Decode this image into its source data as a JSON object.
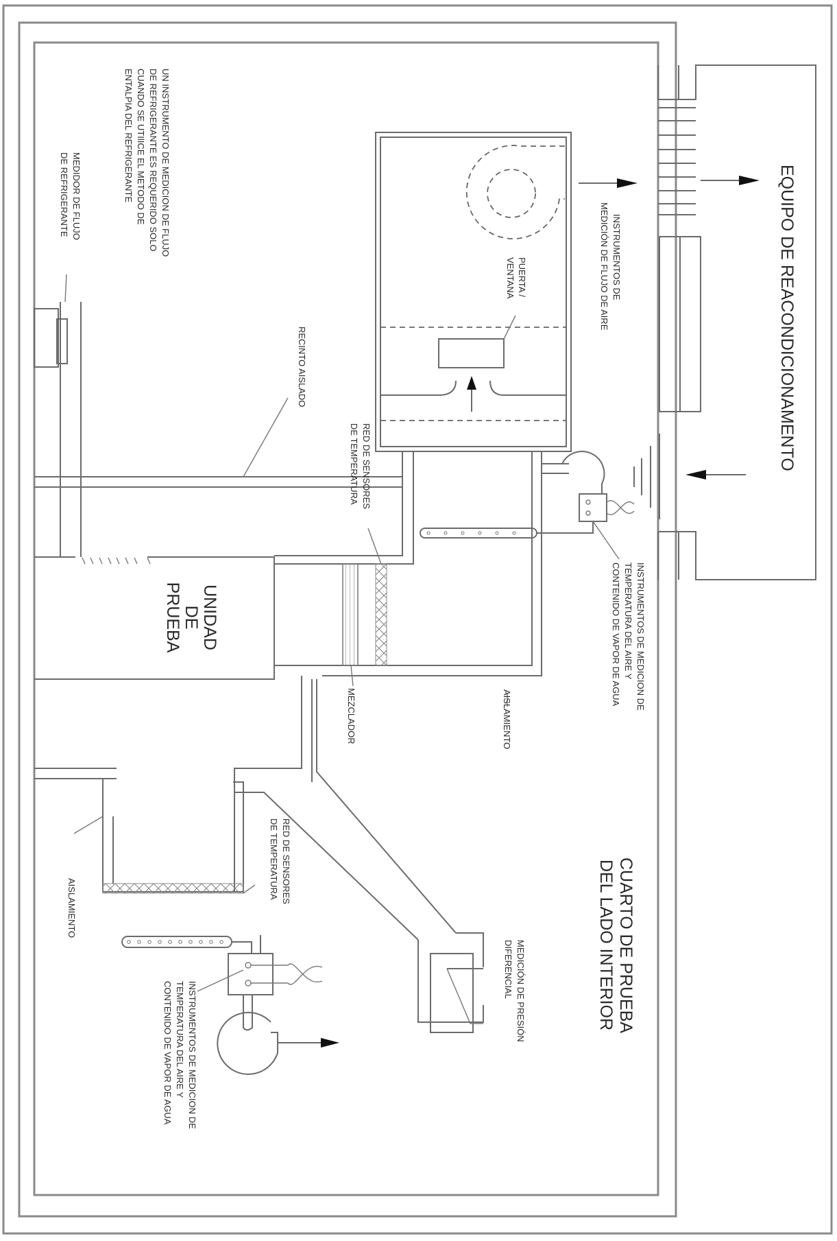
{
  "diagram": {
    "title": "Cuarto de prueba del lado interior - esquema de medición",
    "labels": {
      "reconditioning": "EQUIPO DE REACONDICIONAMENTO",
      "airflow_instruments_1": "INSTRUMENTOS DE",
      "airflow_instruments_2": "MEDICIÓN DE FLUJO DE AIRE",
      "door_window_1": "PUERTA /",
      "door_window_2": "VENTANA",
      "note_1": "UN INSTRUMENTO DE MEDICION DE FLUJO",
      "note_2": "DE REFRIGERANTE ES REQUERIDO SOLO",
      "note_3": "CUANDO SE UTIlICE EL METODO DE",
      "note_4": "ENTALPIA DEL REFRIGERANTE",
      "refrig_meter_1": "MEDIDOR DE FLUJO",
      "refrig_meter_2": "DE REFRIGERANTE",
      "insulated_enclosure": "RECINTO AISLADO",
      "temp_grid_top_1": "RED DE SENSORES",
      "temp_grid_top_2": "DE TEMPERATURA",
      "test_unit_1": "UNIDAD",
      "test_unit_2": "DE",
      "test_unit_3": "PRUEBA",
      "mixer": "MEZCLADOR",
      "insulation_top": "AISLAMIENTO",
      "humidity_top_1": "INSTRUMENTOS DE MEDICION DE",
      "humidity_top_2": "TEMPERATURA DEL AIRE Y",
      "humidity_top_3": "CONTENIDO DE VAPOR DE AGUA",
      "room_1": "CUARTO DE PRUEBA",
      "room_2": "DEL LADO INTERIOR",
      "diff_pressure_1": "MEDICIÓN DE PRESIÓN",
      "diff_pressure_2": "DIFERENCIAL",
      "temp_grid_bottom_1": "RED DE SENSORES",
      "temp_grid_bottom_2": "DE TEMPERATURA",
      "insulation_bottom": "AISLAMIENTO",
      "humidity_bottom_1": "INSTRUMENTOS DE MEDICION DE",
      "humidity_bottom_2": "TEMPERATURA DEL AIRE Y",
      "humidity_bottom_3": "CONTENIDO DE VAPOR DE AGUA"
    }
  }
}
